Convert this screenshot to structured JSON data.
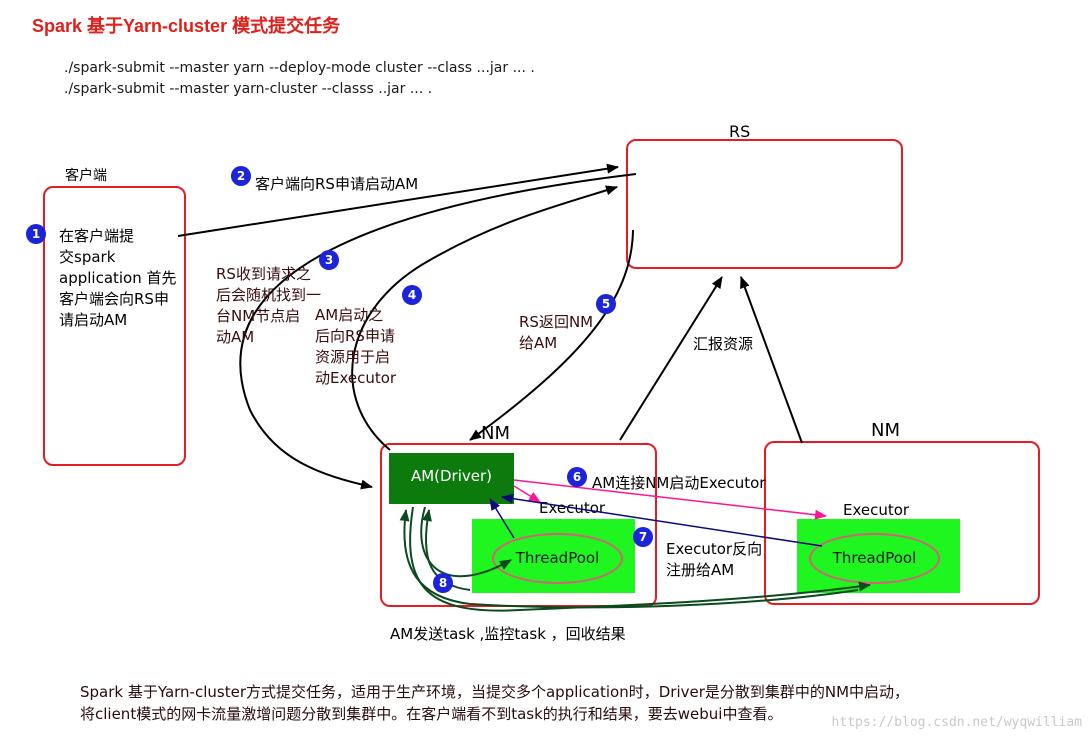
{
  "title": "Spark 基于Yarn-cluster  模式提交任务",
  "commands": [
    "./spark-submit --master yarn --deploy-mode cluster --class ...jar ... .",
    "./spark-submit --master yarn-cluster --classs ..jar ... ."
  ],
  "nodes": {
    "client_label": "客户端",
    "client_text": "在客户端提\n交spark\napplication 首先\n客户端会向RS申\n请启动AM",
    "rs_label": "RS",
    "nm1_label": "NM",
    "nm2_label": "NM",
    "am_driver": "AM(Driver)",
    "executor1": "Executor",
    "executor2": "Executor",
    "threadpool1": "ThreadPool",
    "threadpool2": "ThreadPool"
  },
  "steps": [
    {
      "num": "1",
      "text": ""
    },
    {
      "num": "2",
      "text": "客户端向RS申请启动AM"
    },
    {
      "num": "3",
      "text": "RS收到请求之\n后会随机找到一\n台NM节点启\n动AM"
    },
    {
      "num": "4",
      "text": "AM启动之\n后向RS申请\n资源用于启\n动Executor"
    },
    {
      "num": "5",
      "text": "RS返回NM\n给AM"
    },
    {
      "num": "6",
      "text": "AM连接NM启动Executor"
    },
    {
      "num": "7",
      "text": "Executor反向\n注册给AM"
    },
    {
      "num": "8",
      "text": "AM发送task ,监控task ，回收结果"
    }
  ],
  "report_resource": "汇报资源",
  "footer": [
    "Spark 基于Yarn-cluster方式提交任务，适用于生产环境，当提交多个application时，Driver是分散到集群中的NM中启动，",
    "将client模式的网卡流量激增问题分散到集群中。在客户端看不到task的执行和结果，要去webui中查看。"
  ],
  "watermark": "https://blog.csdn.net/wyqwilliam",
  "colors": {
    "title": "#e0201a",
    "box_border": "#e51c23",
    "badge": "#1b24d9",
    "am_green": "#0d7a0d",
    "pool_green": "#1ff51f",
    "arrow_pink": "#ff1493",
    "arrow_navy": "#0a0a7a",
    "arrow_darkgreen": "#0b4a1e"
  }
}
